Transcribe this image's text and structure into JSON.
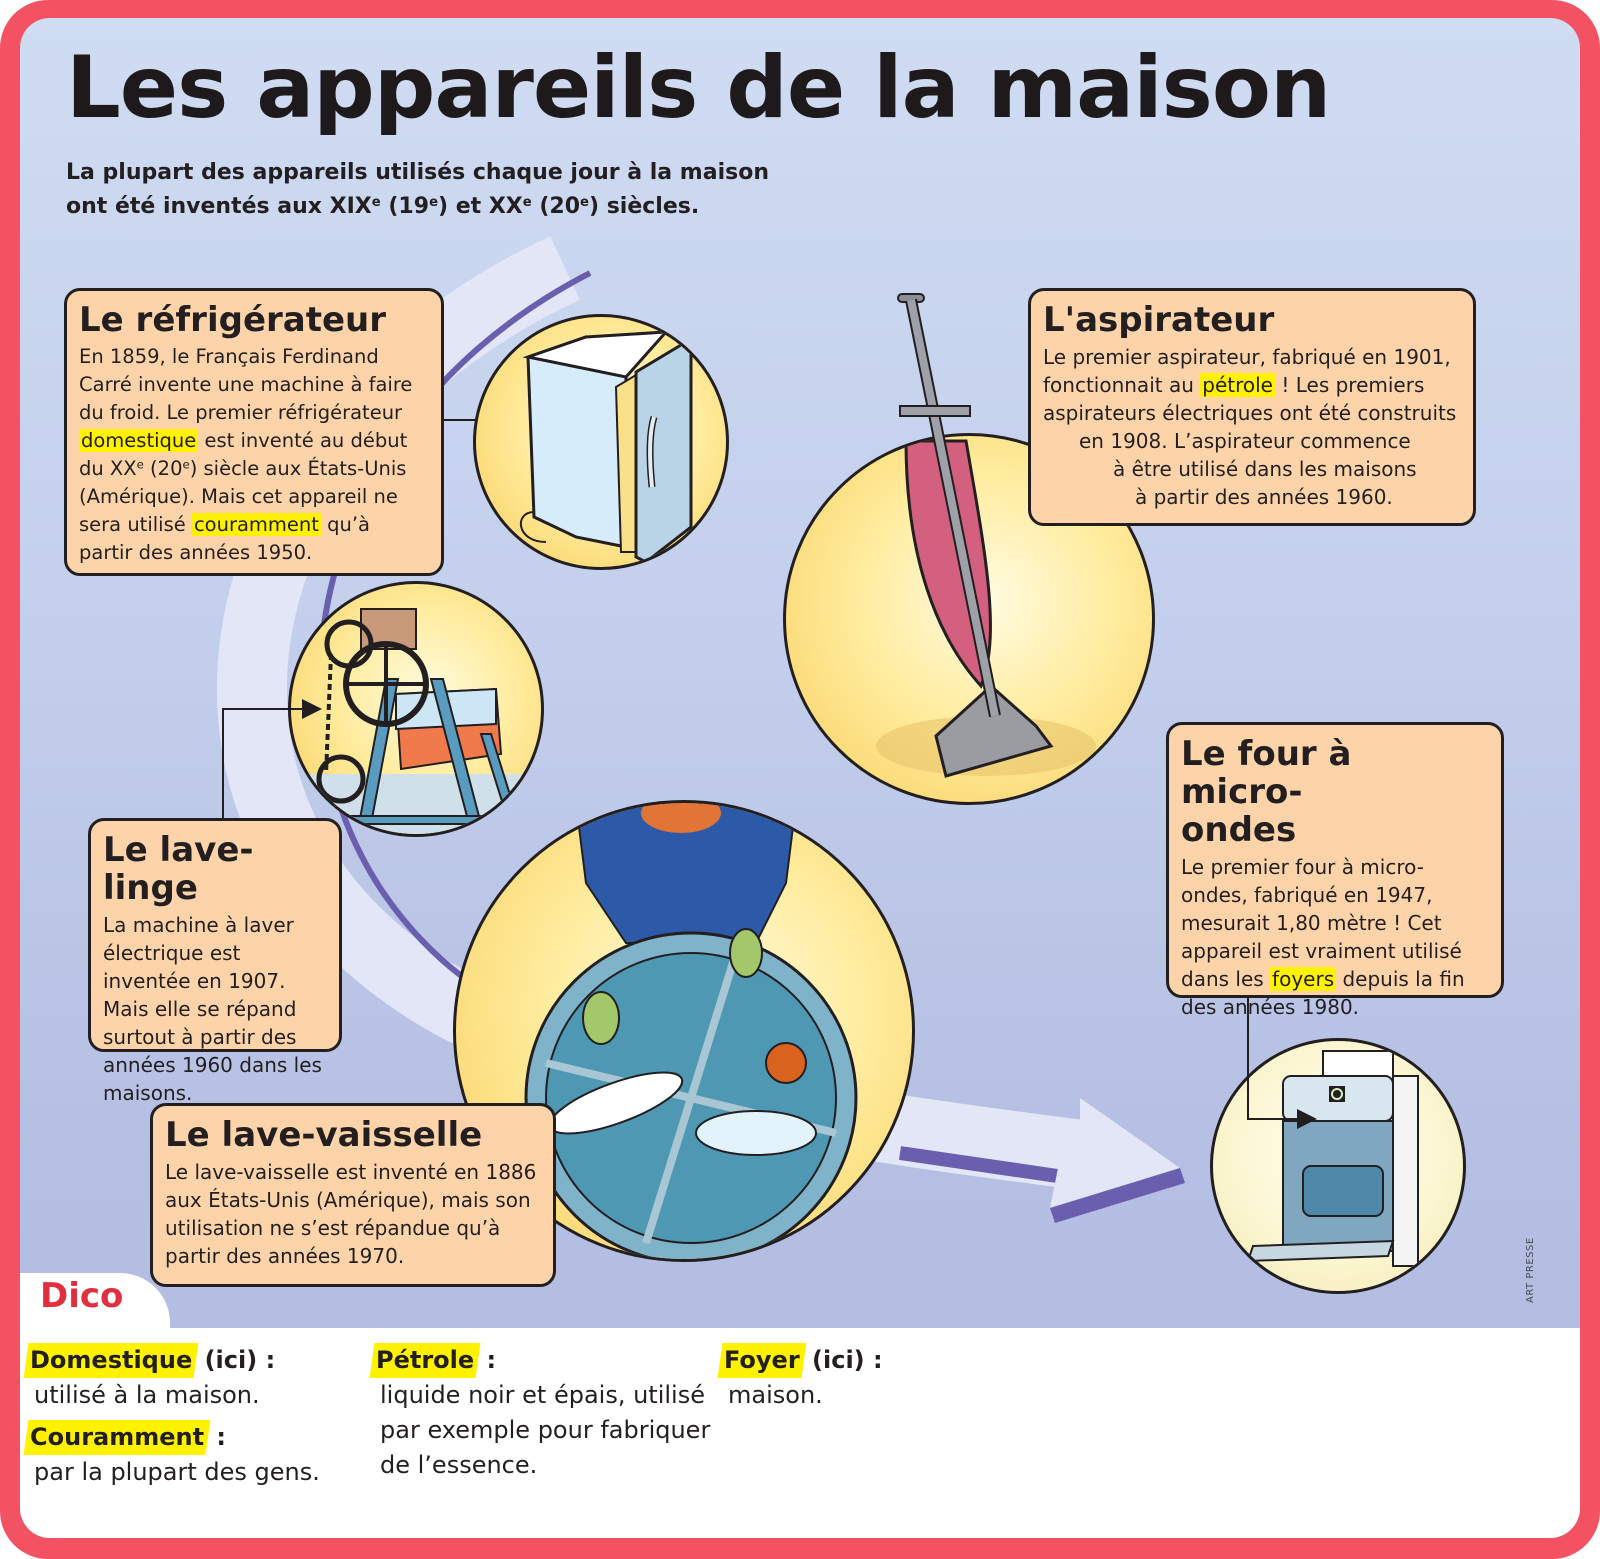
{
  "title": "Les appareils de la maison",
  "subtitle": {
    "line1": "La plupart des appareils utilisés chaque jour à la maison",
    "line2_a": "ont été inventés aux XIX",
    "sup1": "e",
    "line2_b": " (19",
    "sup2": "e",
    "line2_c": ") et XX",
    "sup3": "e",
    "line2_d": " (20",
    "sup4": "e",
    "line2_e": ") siècles."
  },
  "sections": {
    "refrigerateur": {
      "heading": "Le réfrigérateur",
      "t1": "En 1859, le Français Ferdinand Carré invente une machine à faire du froid. Le premier réfrigérateur ",
      "hl1": "domestique",
      "t2": " est inventé au début du XX",
      "sup_a": "e",
      "t3": " (20",
      "sup_b": "e",
      "t4": ") siècle aux États-Unis (Amérique). Mais cet appareil ne sera utilisé ",
      "hl2": "couramment",
      "t5": " qu’à partir des années 1950."
    },
    "aspirateur": {
      "heading": "L'aspirateur",
      "t1": "Le premier aspirateur, fabriqué en 1901, fonctionnait au ",
      "hl1": "pétrole",
      "t2": " ! Les premiers aspirateurs électriques ont été construits",
      "l4": "en 1908. L’aspirateur commence",
      "l5": "à être utilisé dans les maisons",
      "l6": "à partir des années 1960."
    },
    "lave_linge": {
      "heading": "Le lave-linge",
      "body": "La machine à laver électrique est inventée en 1907. Mais elle se répand surtout à partir des années 1960 dans les maisons."
    },
    "lave_vaisselle": {
      "heading": "Le lave-vaisselle",
      "body": "Le lave-vaisselle est inventé en 1886 aux États-Unis (Amérique), mais son utilisation ne s’est répandue qu’à partir des années 1970."
    },
    "micro_ondes": {
      "heading": "Le four à micro-ondes",
      "t1": "Le premier four à micro-ondes, fabriqué en 1947, mesurait 1,80 mètre ! Cet appareil est vraiment utilisé dans les ",
      "hl1": "foyers",
      "t2": " depuis la fin des années 1980."
    }
  },
  "dico": {
    "label": "Dico",
    "entries": [
      {
        "term": "Domestique",
        "qualifier": " (ici) :",
        "definition": "utilisé à la maison."
      },
      {
        "term": "Couramment",
        "qualifier": " :",
        "definition": "par la plupart des gens."
      },
      {
        "term": "Pétrole",
        "qualifier": " :",
        "definition": "liquide noir et épais, utilisé par exemple pour fabriquer de l’essence."
      },
      {
        "term": "Foyer",
        "qualifier": " (ici) :",
        "definition": "maison."
      }
    ]
  },
  "credit": "ART PRESSE",
  "colors": {
    "frame": "#f25262",
    "background": "#c3cfec",
    "box": "#fdd4a9",
    "highlight": "#fff200",
    "arrow_light": "#e2e6f7",
    "arrow_dark": "#6a5fae",
    "dico_label": "#e0303f"
  }
}
